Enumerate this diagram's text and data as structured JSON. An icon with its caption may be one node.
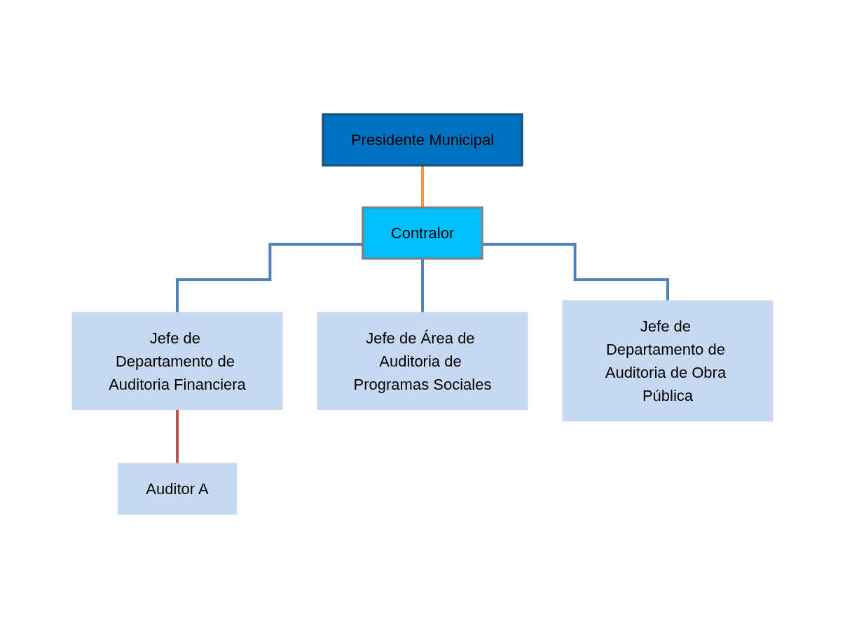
{
  "diagram": {
    "nodes": [
      {
        "text": [
          "Presidente Municipal"
        ]
      },
      {
        "text": [
          "Contralor"
        ]
      },
      {
        "text": [
          "Jefe de Departamento de Auditoria Financiera"
        ]
      },
      {
        "text": [
          "Jefe de Área de Auditoria de Programas Sociales"
        ]
      },
      {
        "text": [
          "Jefe de Departamento de Auditoria de Obra Pública"
        ]
      },
      {
        "text": [
          "Auditor A"
        ]
      }
    ],
    "edges": [
      {
        "from": 0,
        "to": 1,
        "arrow": "none",
        "color": "#f79646"
      },
      {
        "from": 1,
        "to": 2,
        "arrow": "none"
      },
      {
        "from": 1,
        "to": 3,
        "arrow": "none"
      },
      {
        "from": 1,
        "to": 4,
        "arrow": "none"
      },
      {
        "from": 2,
        "to": 5,
        "arrow": "none",
        "color": "#c0504d"
      }
    ]
  }
}
